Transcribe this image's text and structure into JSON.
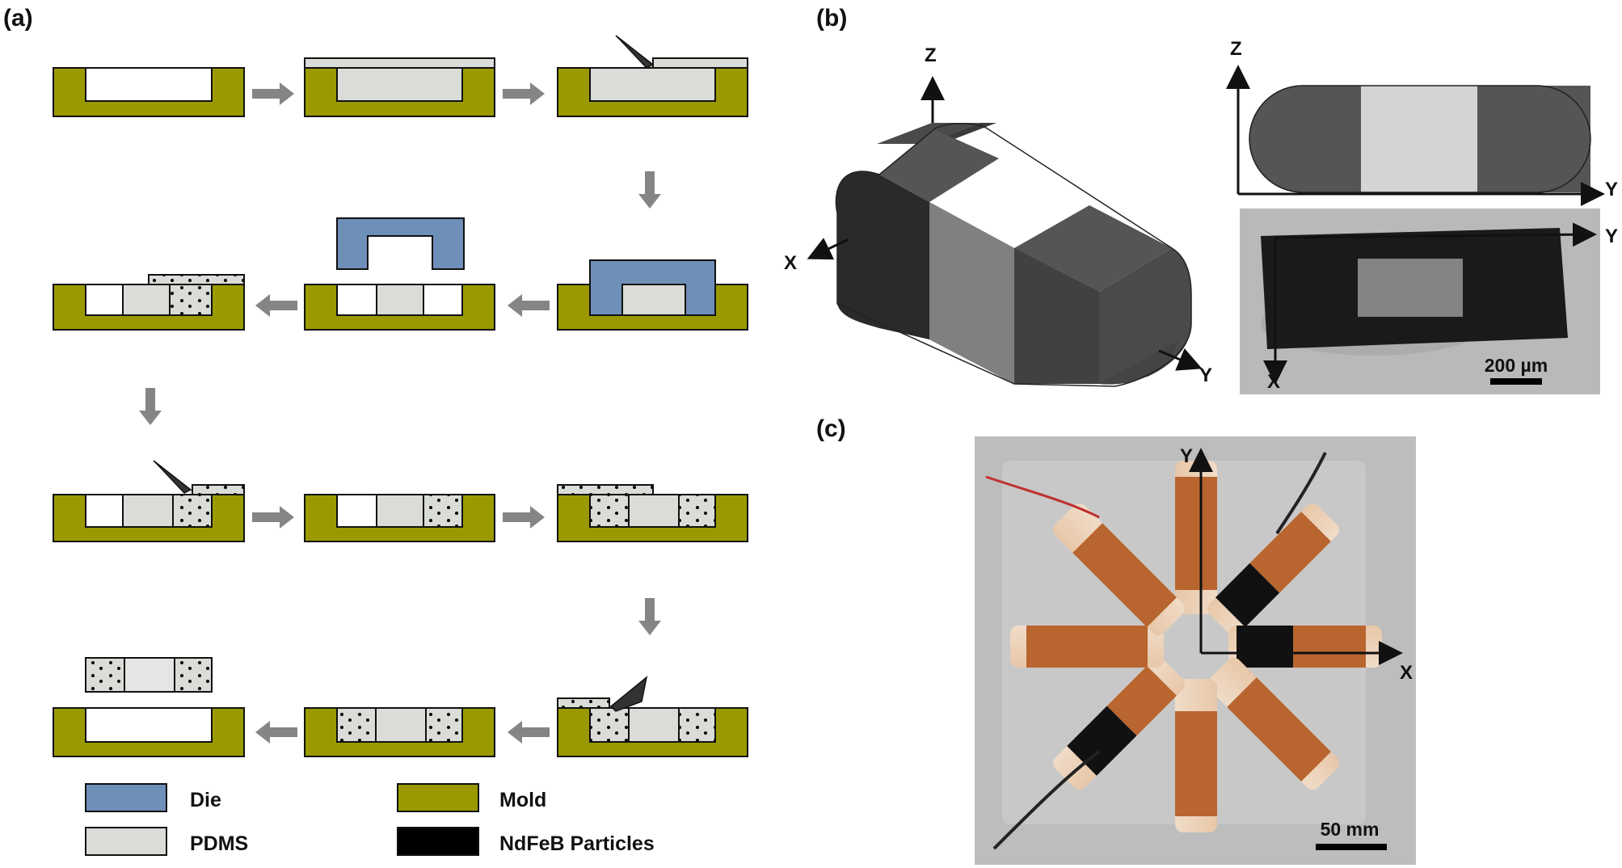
{
  "panels": {
    "a": "(a)",
    "b": "(b)",
    "c": "(c)"
  },
  "legend": {
    "die": "Die",
    "pdms": "PDMS",
    "mold": "Mold",
    "ndfeb": "NdFeB Particles"
  },
  "axes_3d": {
    "z": "Z",
    "x": "X",
    "y": "Y"
  },
  "side_view_axes": {
    "z": "Z",
    "y": "Y"
  },
  "micrograph": {
    "x": "X",
    "y": "Y",
    "scale": "200 µm"
  },
  "photo": {
    "x": "X",
    "y": "Y",
    "scale": "50 mm"
  },
  "colors": {
    "mold": "#9a9a00",
    "pdms": "#d9dcd7",
    "die": "#6e8fb8",
    "ndfeb": "#000000",
    "arrow": "#858585"
  }
}
